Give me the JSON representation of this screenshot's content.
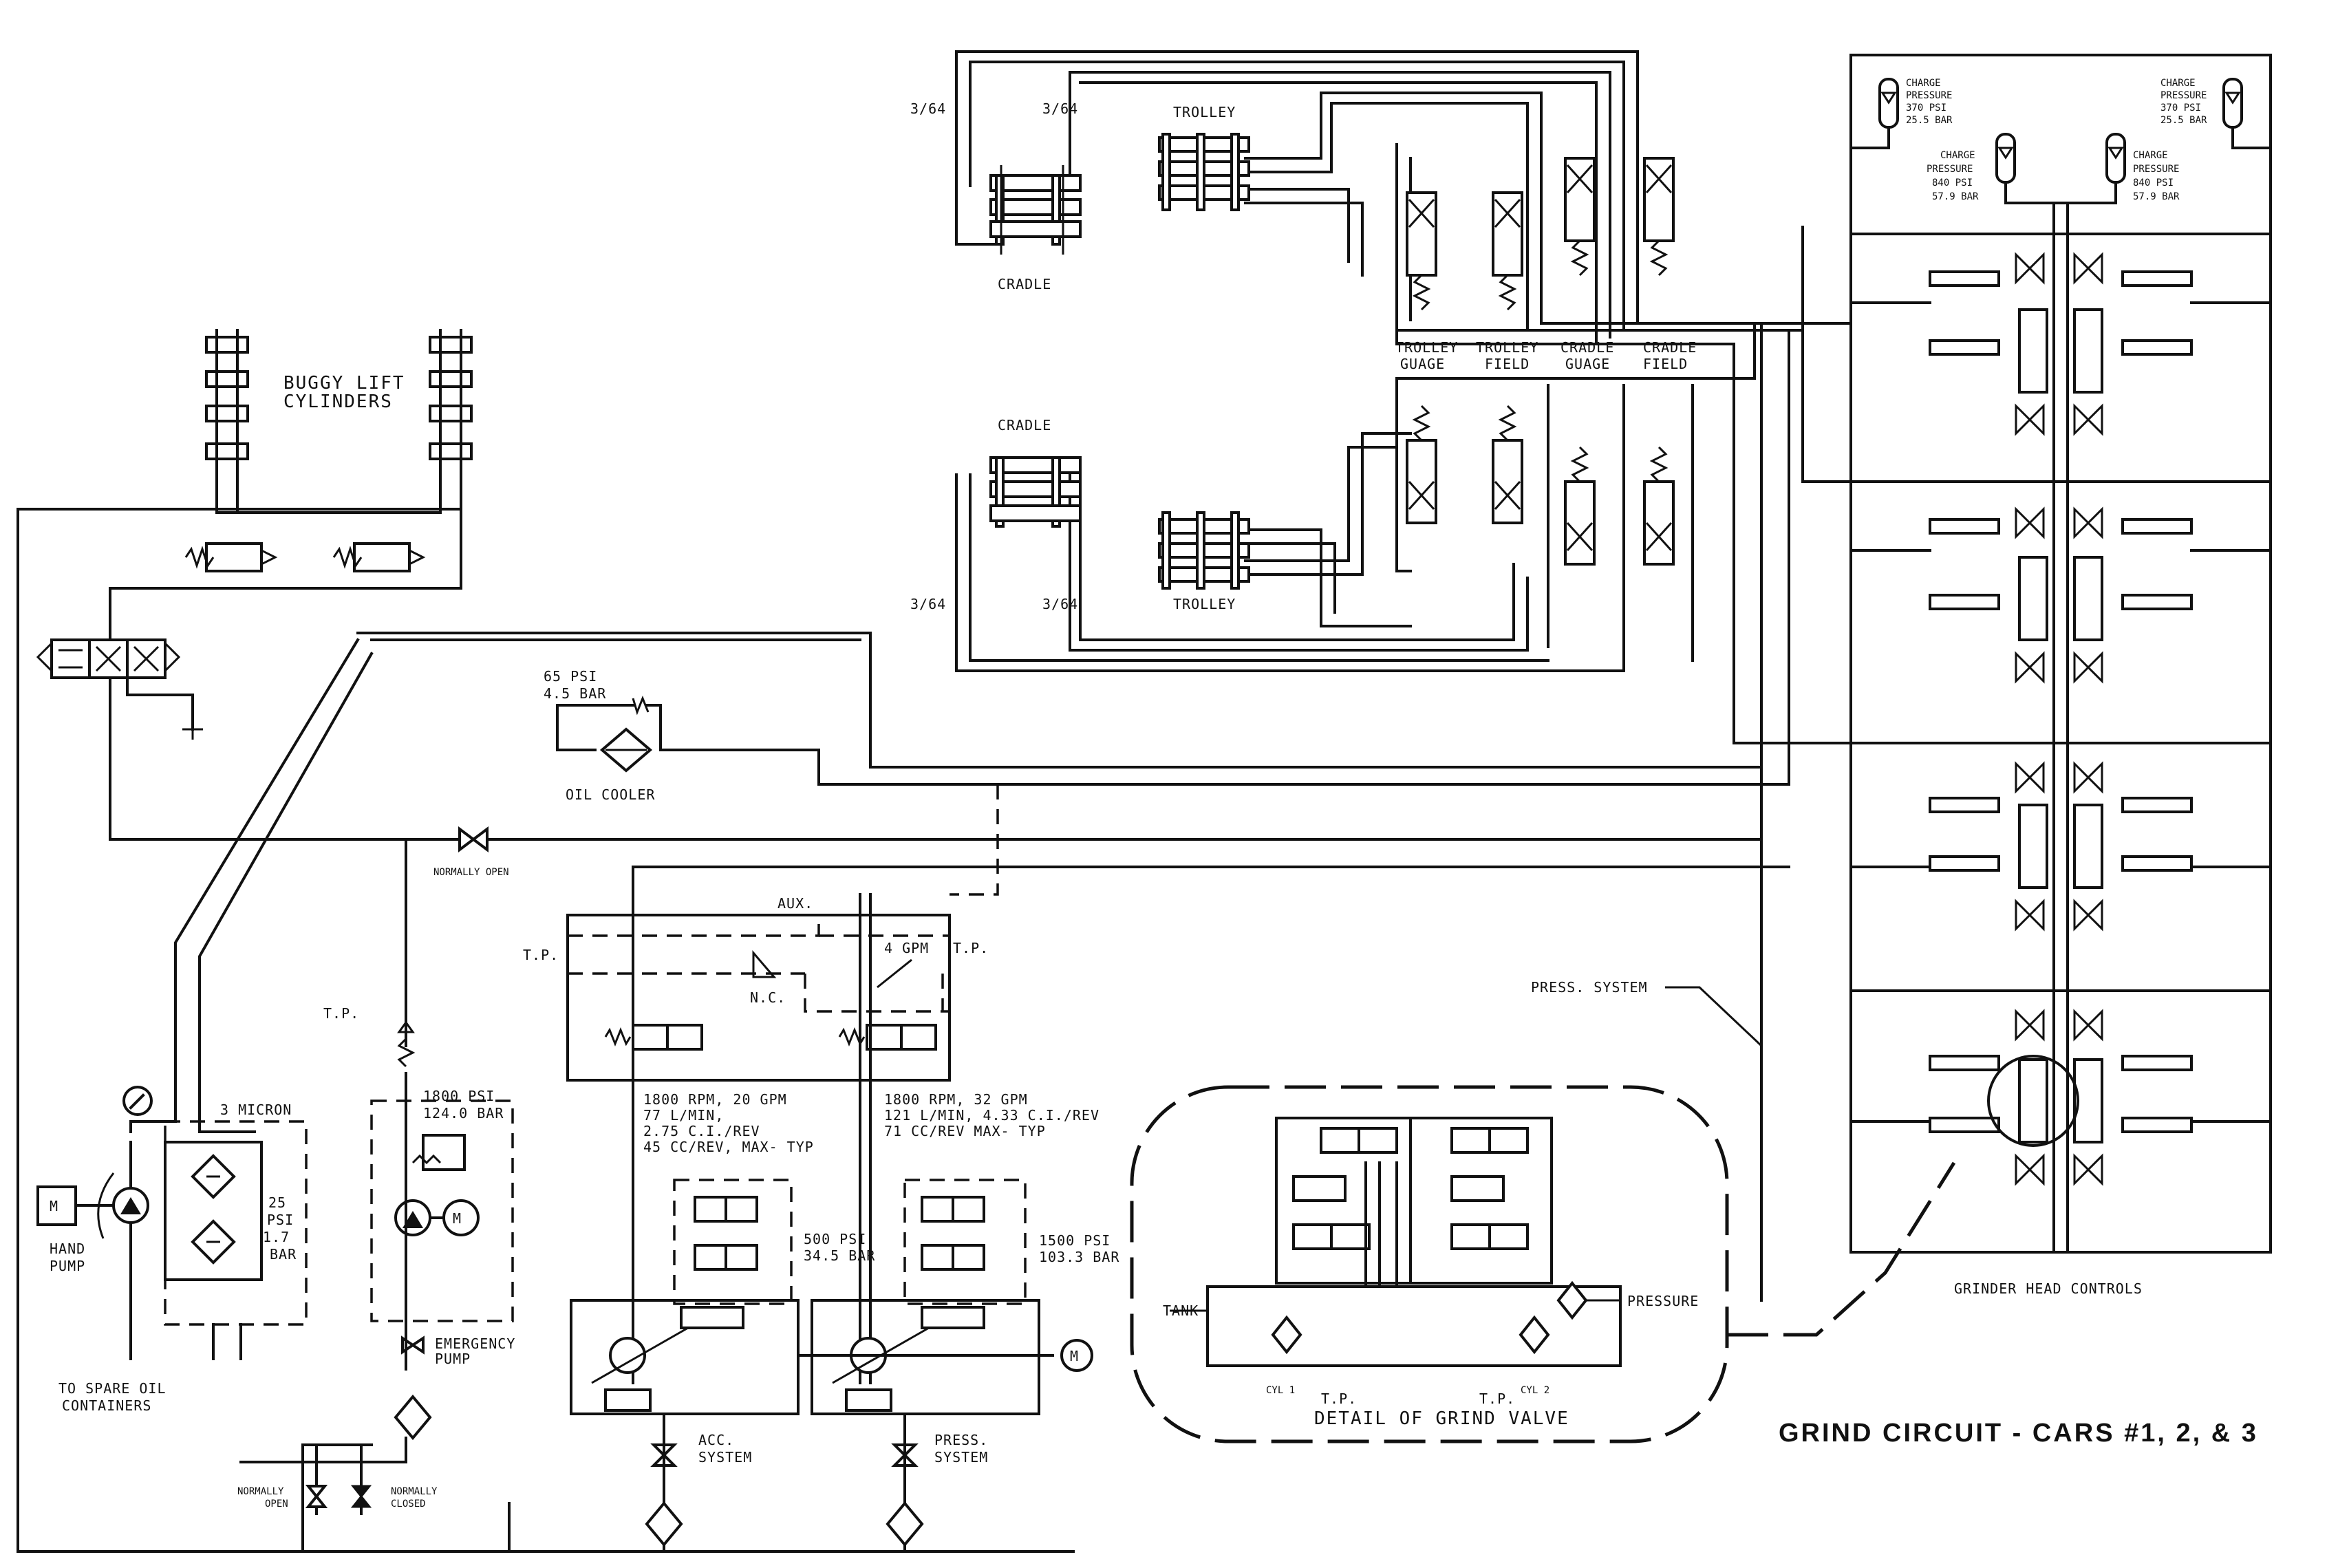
{
  "title": "GRIND CIRCUIT - CARS #1, 2, & 3",
  "upper_manifold": {
    "orifice_left": "3/64",
    "orifice_right": "3/64",
    "trolley": "TROLLEY",
    "cradle": "CRADLE",
    "valve_labels": [
      {
        "line1": "TROLLEY",
        "line2": "GUAGE"
      },
      {
        "line1": "TROLLEY",
        "line2": "FIELD"
      },
      {
        "line1": "CRADLE",
        "line2": "GUAGE"
      },
      {
        "line1": "CRADLE",
        "line2": "FIELD"
      }
    ]
  },
  "lower_manifold": {
    "cradle": "CRADLE",
    "orifice_left": "3/64",
    "orifice_right": "3/64",
    "trolley": "TROLLEY"
  },
  "buggy": {
    "line1": "BUGGY LIFT",
    "line2": "CYLINDERS"
  },
  "relief_valve": {
    "psi": "65 PSI",
    "bar": "4.5 BAR"
  },
  "oil_cooler": "OIL COOLER",
  "normally_open_top": "NORMALLY OPEN",
  "aux_block": {
    "aux": "AUX.",
    "tp_left": "T.P.",
    "tp_right": "T.P.",
    "nc": "N.C.",
    "gpm": "4 GPM"
  },
  "tp_mid": "T.P.",
  "emergency": {
    "psi": "1800 PSI",
    "bar": "124.0 BAR",
    "motor": "M",
    "label1": "EMERGENCY",
    "label2": "PUMP"
  },
  "filter_3micron": "3 MICRON",
  "filter_rating": {
    "psi_num": "25",
    "psi": "PSI",
    "bar_num": "1.7",
    "bar": "BAR"
  },
  "hand_pump": {
    "motor": "M",
    "line1": "HAND",
    "line2": "PUMP"
  },
  "spare_oil": {
    "line1": "TO SPARE OIL",
    "line2": "CONTAINERS"
  },
  "drain_valves": {
    "no": {
      "line1": "NORMALLY",
      "line2": "OPEN"
    },
    "nc": {
      "line1": "NORMALLY",
      "line2": "CLOSED"
    }
  },
  "pump_left": {
    "l1": "1800 RPM, 20 GPM",
    "l2": "77 L/MIN,",
    "l3": "2.75 C.I./REV",
    "l4": "45 CC/REV, MAX- TYP",
    "psi": "500 PSI",
    "bar": "34.5 BAR",
    "sys1": "ACC.",
    "sys2": "SYSTEM"
  },
  "pump_right": {
    "l1": "1800 RPM, 32 GPM",
    "l2": "121 L/MIN, 4.33 C.I./REV",
    "l3": "71 CC/REV MAX- TYP",
    "psi": "1500 PSI",
    "bar": "103.3 BAR",
    "sys1": "PRESS.",
    "sys2": "SYSTEM",
    "motor": "M"
  },
  "press_system": "PRESS. SYSTEM",
  "grind_valve": {
    "caption": "DETAIL OF GRIND VALVE",
    "tank": "TANK",
    "pressure": "PRESSURE",
    "cyl1": "CYL 1",
    "cyl2": "CYL 2",
    "tp1": "T.P.",
    "tp2": "T.P."
  },
  "grinder_head": {
    "label": "GRINDER HEAD CONTROLS",
    "charge_outer": {
      "l1": "CHARGE",
      "l2": "PRESSURE",
      "l3": "370 PSI",
      "l4": "25.5 BAR"
    },
    "charge_inner": {
      "l1": "CHARGE",
      "l2": "PRESSURE",
      "l3": "840 PSI",
      "l4": "57.9 BAR"
    }
  }
}
